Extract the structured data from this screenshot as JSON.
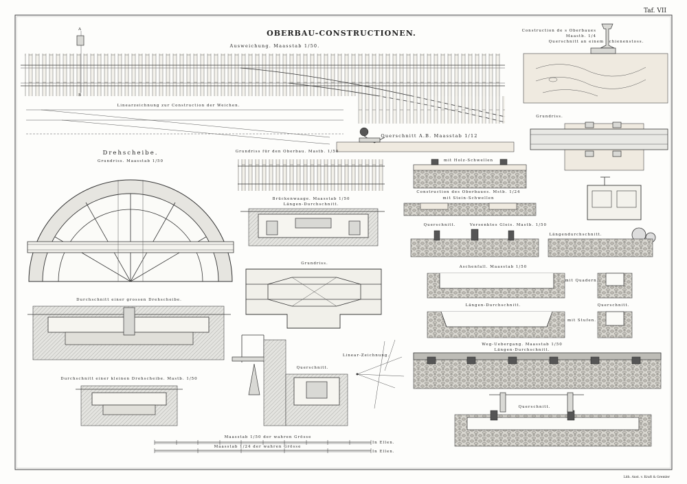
{
  "plate": {
    "number": "Taf. VII",
    "title": "OBERBAU-CONSTRUCTIONEN.",
    "publisher": "Lith. Anst. v. Kraft & Gremler"
  },
  "labels": {
    "ausweichung": "Ausweichung. Maasstab 1/50.",
    "liniens": "Linearzeichnung zur Construction der Weichen.",
    "querschnitt_ab": "Querschnitt A.B. Maasstab 1/12",
    "constr_top_1": "Construction de s Oberbaues",
    "constr_top_2": "Maastb. 1/4",
    "constr_top_3": "Querschnitt an einem Schienenstoss.",
    "grundriss_right": "Grundriss.",
    "drehscheibe": "Drehscheibe.",
    "drehscheibe_grundriss": "Grundriss. Maasstab 1/50",
    "grundriss_oberbau": "Grundriss für den Oberbau. Mastb. 1/50",
    "holz_schwellen": "mit Holz-Schwellen",
    "constr_oberbau": "Construction des Oberbaues. Mstb. 1/24",
    "stein_schwellen": "mit Stein-Schwellen",
    "brueckenwaage": "Brückenwaage. Maasstab 1/50",
    "laengen_durchschnitt_1": "Längen-Durchschnitt.",
    "querschnitt_1": "Querschnitt.",
    "versenktes_gleis": "Versenktes Gleis. Mastb. 1/50",
    "laengendurchschnitt": "Längendurchschnitt.",
    "grundriss_mid": "Grundriss.",
    "aschenfall": "Aschenfall. Maasstab 1/50",
    "mit_quadern": "mit Quadern.",
    "laengen_durchschnitt_2": "Längen-Durchschnitt.",
    "querschnitt_2": "Querschnitt.",
    "mit_stufen": "mit Stufen.",
    "durchschnitt_gross": "Durchschnitt einer grossen Drehscheibe.",
    "linear_zeichnung": "Linear-Zeichnung.",
    "querschnitt_3": "Querschnitt.",
    "weg_uebergang": "Weg-Uebergang. Maasstab 1/50",
    "laengen_durchschnitt_3": "Längen-Durchschnitt.",
    "durchschnitt_klein": "Durchschnitt einer kleinen Drehscheibe. Mastb. 1/50",
    "querschnitt_4": "Querschnitt.",
    "scale_1": "Maasstab 1/50 der wahren Grösse",
    "scale_2": "Maasstab 1/24 der wahren Grösse",
    "unit_1": "In Ellen.",
    "unit_2": "In Ellen."
  }
}
